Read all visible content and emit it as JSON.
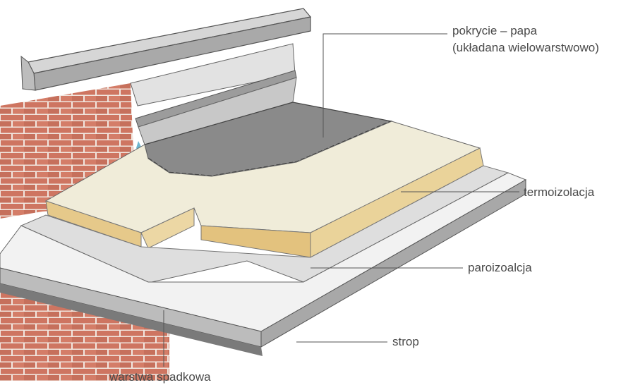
{
  "labels": {
    "pokrycie_line1": "pokrycie – papa",
    "pokrycie_line2": "(układana wielowarstwowo)",
    "termoizolacja": "termoizolacja",
    "paroizolacja": "paroizoalcja",
    "strop": "strop",
    "warstwa_spadkowa": "warstwa spadkowa"
  },
  "colors": {
    "brick": "#c8664f",
    "mortar": "#efe4dc",
    "insulation": "#ead39a",
    "membrane": "#8a8a8a",
    "slab": "#d8d8d8",
    "leader": "#555555"
  }
}
